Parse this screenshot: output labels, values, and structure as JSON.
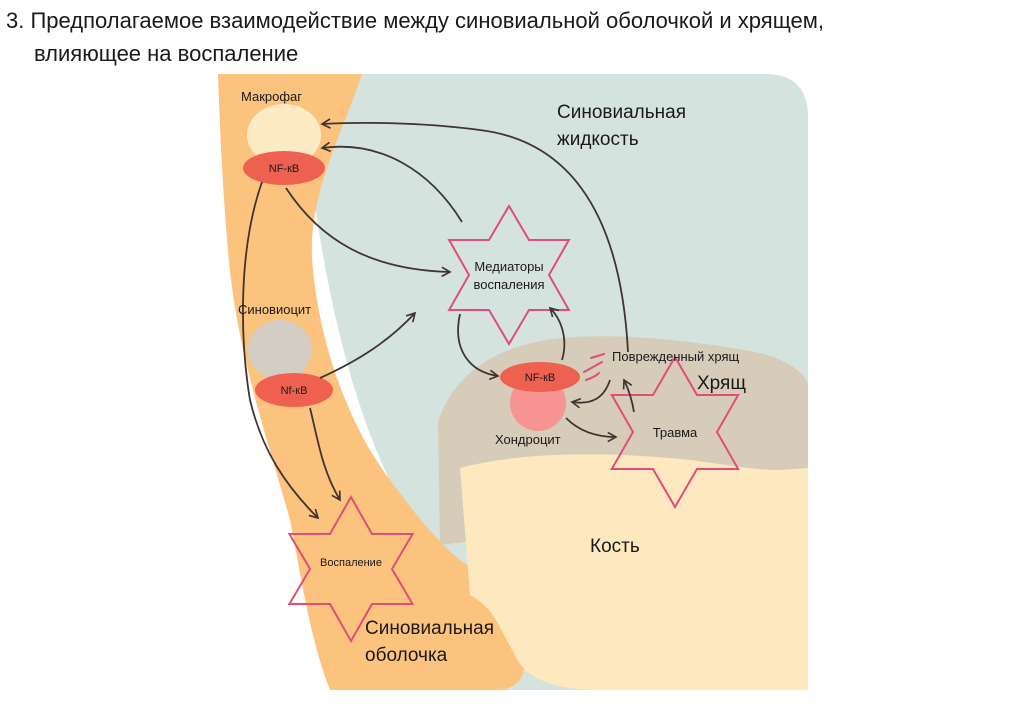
{
  "title": {
    "line1": "3. Предполагаемое взаимодействие между синовиальной оболочкой и хрящем,",
    "line2": "влияющее на воспаление"
  },
  "regions": {
    "synovial_fluid": [
      "Синовиальная",
      "жидкость"
    ],
    "synovial_membrane": [
      "Синовиальная",
      "оболочка"
    ],
    "cartilage": "Хрящ",
    "bone": "Кость"
  },
  "cells": {
    "macrophage": {
      "label": "Макрофаг",
      "nfkb": "NF-кB"
    },
    "synoviocyte": {
      "label": "Синовиоцит",
      "nfkb": "Nf-кB"
    },
    "chondrocyte": {
      "label": "Хондроцит",
      "nfkb": "NF-кB"
    }
  },
  "stars": {
    "mediators": [
      "Медиаторы",
      "воспаления"
    ],
    "inflammation": "Воспаление",
    "trauma": "Травма"
  },
  "damaged_cartilage": "Поврежденный хрящ",
  "colors": {
    "synovial_fluid": "#d5e3df",
    "synovial_membrane": "#fbc37e",
    "cartilage": "#d6ccb9",
    "bone": "#fde8bf",
    "macrophage_cell": "#fdebc6",
    "synoviocyte_cell": "#d4cdc4",
    "chondrocyte_cell": "#f79393",
    "nfkb": "#ee6151",
    "star_outline": "#e04e78",
    "arrow": "#3e3532"
  }
}
